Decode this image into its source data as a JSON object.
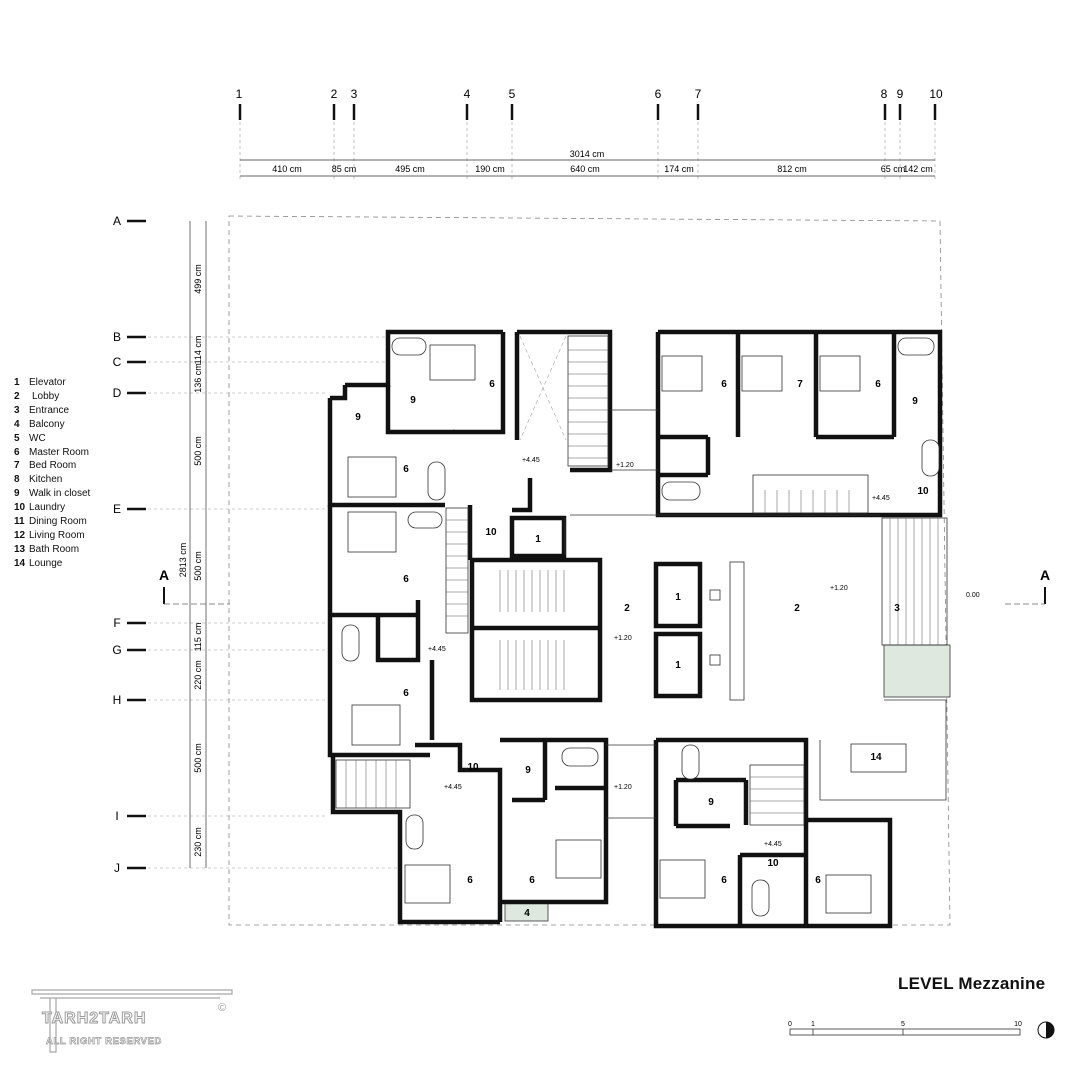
{
  "title": "LEVEL Mezzanine",
  "grid_columns": [
    "1",
    "2",
    "3",
    "4",
    "5",
    "6",
    "7",
    "8",
    "9",
    "10"
  ],
  "grid_rows": [
    "A",
    "B",
    "C",
    "D",
    "E",
    "F",
    "G",
    "H",
    "I",
    "J"
  ],
  "dims_horizontal": [
    "410 cm",
    "85 cm",
    "495 cm",
    "190 cm",
    "640 cm",
    "174 cm",
    "812 cm",
    "65 cm",
    "142 cm"
  ],
  "dim_total_horizontal": "3014 cm",
  "dims_vertical": [
    "499 cm",
    "114 cm",
    "136 cm",
    "500 cm",
    "500 cm",
    "115 cm",
    "220 cm",
    "500 cm",
    "230 cm"
  ],
  "dim_total_vertical": "2813 cm",
  "section_marker": "A",
  "legend": [
    {
      "num": "1",
      "label": "Elevator"
    },
    {
      "num": "2",
      "label": "Lobby"
    },
    {
      "num": "3",
      "label": "Entrance"
    },
    {
      "num": "4",
      "label": "Balcony"
    },
    {
      "num": "5",
      "label": "WC"
    },
    {
      "num": "6",
      "label": "Master Room"
    },
    {
      "num": "7",
      "label": "Bed Room"
    },
    {
      "num": "8",
      "label": "Kitchen"
    },
    {
      "num": "9",
      "label": "Walk in closet"
    },
    {
      "num": "10",
      "label": "Laundry"
    },
    {
      "num": "11",
      "label": "Dining Room"
    },
    {
      "num": "12",
      "label": "Living Room"
    },
    {
      "num": "13",
      "label": "Bath Room"
    },
    {
      "num": "14",
      "label": "Lounge"
    }
  ],
  "room_tags": [
    "6",
    "9",
    "6",
    "7",
    "6",
    "9",
    "10",
    "9",
    "6",
    "10",
    "1",
    "6",
    "2",
    "1",
    "1",
    "2",
    "3",
    "6",
    "10",
    "9",
    "14",
    "9",
    "6",
    "6",
    "10",
    "6",
    "6",
    "4"
  ],
  "levels": [
    "+4.45",
    "+1.20",
    "+4.45",
    "+1.20",
    "+1.20",
    "+4.45",
    "+4.45",
    "+1.20",
    "+4.45",
    "0.00"
  ],
  "scale_bar": [
    "0",
    "1",
    "5",
    "10"
  ],
  "logo": {
    "name": "TARH2TARH",
    "tagline": "ALL RIGHT RESERVED",
    "mark": "©"
  },
  "colors": {
    "wall": "#111111",
    "line": "#333333",
    "accent_fill": "#dfe8df",
    "dash": "#888888"
  }
}
